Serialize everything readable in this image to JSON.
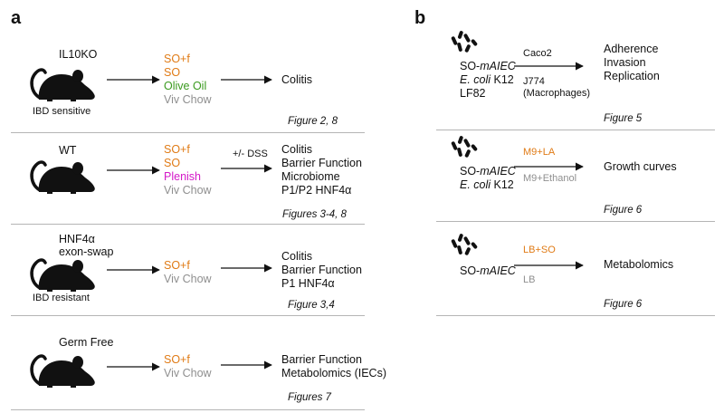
{
  "colors": {
    "orange": "#e07b16",
    "green": "#3a9a1e",
    "magenta": "#d419c8",
    "gray": "#8f8f8f",
    "black": "#111111"
  },
  "panel_a": {
    "letter": "a",
    "rows": [
      {
        "model_label": "IL10KO",
        "model_sublabel": "IBD sensitive",
        "diets": [
          {
            "text": "SO+f",
            "color": "orange"
          },
          {
            "text": "SO",
            "color": "orange"
          },
          {
            "text": "Olive Oil",
            "color": "green"
          },
          {
            "text": "Viv Chow",
            "color": "gray"
          }
        ],
        "arrow_label": "",
        "outcomes": [
          "Colitis"
        ],
        "figure": "Figure 2, 8"
      },
      {
        "model_label": "WT",
        "model_sublabel": "",
        "diets": [
          {
            "text": "SO+f",
            "color": "orange"
          },
          {
            "text": "SO",
            "color": "orange"
          },
          {
            "text": "Plenish",
            "color": "magenta"
          },
          {
            "text": "Viv Chow",
            "color": "gray"
          }
        ],
        "arrow_label": "+/- DSS",
        "outcomes": [
          "Colitis",
          "Barrier Function",
          "Microbiome",
          "P1/P2 HNF4α"
        ],
        "figure": "Figures 3-4, 8"
      },
      {
        "model_label": "HNF4α",
        "model_label_line2": "exon-swap",
        "model_sublabel": "IBD resistant",
        "diets": [
          {
            "text": "SO+f",
            "color": "orange"
          },
          {
            "text": "Viv Chow",
            "color": "gray"
          }
        ],
        "arrow_label": "",
        "outcomes": [
          "Colitis",
          "Barrier Function",
          "P1 HNF4α"
        ],
        "figure": "Figure 3,4"
      },
      {
        "model_label": "Germ Free",
        "model_sublabel": "",
        "diets": [
          {
            "text": "SO+f",
            "color": "orange"
          },
          {
            "text": "Viv Chow",
            "color": "gray"
          }
        ],
        "arrow_label": "",
        "outcomes": [
          "Barrier Function",
          "Metabolomics (IECs)"
        ],
        "figure": "Figures 7"
      }
    ]
  },
  "panel_b": {
    "letter": "b",
    "rows": [
      {
        "strains": [
          "SO-",
          "mAIEC",
          "E. coli",
          " K12",
          "LF82"
        ],
        "conditions_top": [
          {
            "text": "Caco2",
            "color": "black"
          }
        ],
        "conditions_bottom": [
          {
            "text": "J774",
            "color": "black"
          },
          {
            "text": "(Macrophages)",
            "color": "black"
          }
        ],
        "outcomes": [
          "Adherence",
          "Invasion",
          "Replication"
        ],
        "figure": "Figure 5"
      },
      {
        "strains": [
          "SO-",
          "mAIEC",
          "E. coli",
          " K12"
        ],
        "conditions_top": [
          {
            "text": "M9+LA",
            "color": "orange"
          }
        ],
        "conditions_bottom": [
          {
            "text": "M9+Ethanol",
            "color": "gray"
          }
        ],
        "outcomes": [
          "Growth curves"
        ],
        "figure": "Figure 6"
      },
      {
        "strains": [
          "SO-",
          "mAIEC"
        ],
        "conditions_top": [
          {
            "text": "LB+SO",
            "color": "orange"
          }
        ],
        "conditions_bottom": [
          {
            "text": "LB",
            "color": "gray"
          }
        ],
        "outcomes": [
          "Metabolomics"
        ],
        "figure": "Figure 6"
      }
    ]
  }
}
